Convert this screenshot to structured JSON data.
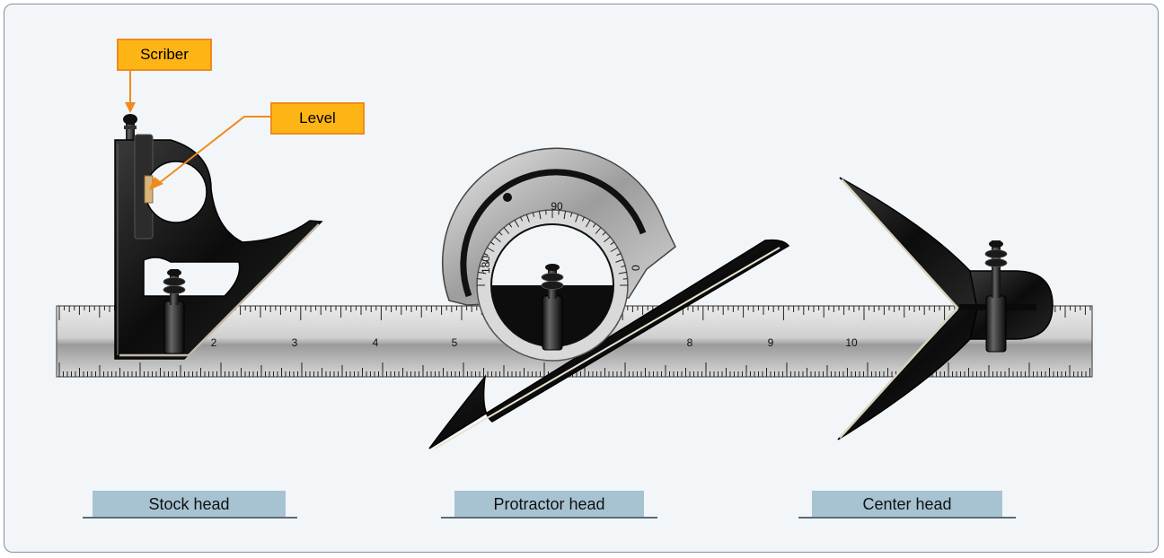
{
  "labels": {
    "scriber": "Scriber",
    "level": "Level"
  },
  "heads": {
    "stock": "Stock head",
    "protractor": "Protractor head",
    "center": "Center head"
  },
  "ruler": {
    "numbers": [
      "2",
      "3",
      "4",
      "5",
      "8",
      "9",
      "10"
    ]
  },
  "protractor": {
    "scale": [
      "180",
      "90",
      "0"
    ]
  },
  "colors": {
    "callout_fill": "#fdb515",
    "callout_border": "#f08a1c",
    "caption_fill": "#a7c3d2",
    "background": "#f3f6f9",
    "metal_dark": "#111111"
  }
}
